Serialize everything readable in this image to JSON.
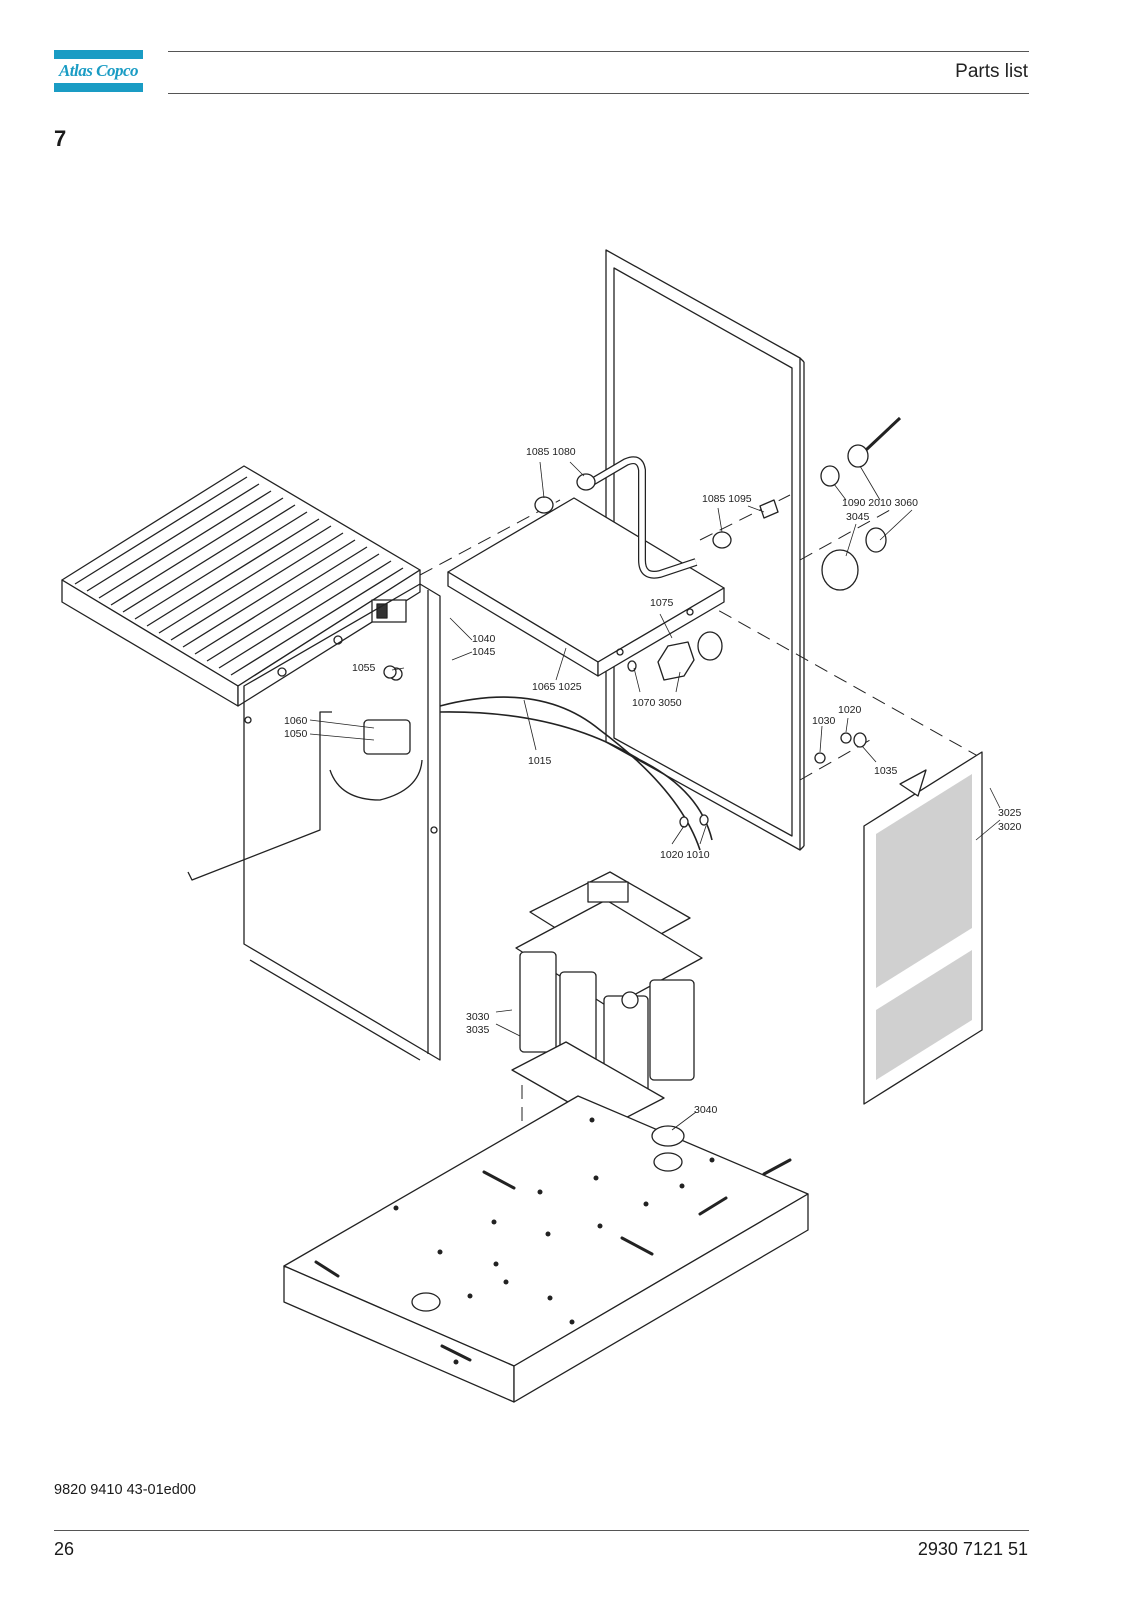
{
  "header": {
    "logo_text": "Atlas Copco",
    "title": "Parts list",
    "brand_color": "#1a9cc4"
  },
  "section_number": "7",
  "callouts": [
    {
      "id": "c1085a",
      "text": "1085 1080"
    },
    {
      "id": "c1085b",
      "text": "1085 1095"
    },
    {
      "id": "c1090",
      "text": "1090  2010  3060"
    },
    {
      "id": "c3045",
      "text": "3045"
    },
    {
      "id": "c1075",
      "text": "1075"
    },
    {
      "id": "c1040",
      "text": "1040"
    },
    {
      "id": "c1045",
      "text": "1045"
    },
    {
      "id": "c1055",
      "text": "1055"
    },
    {
      "id": "c1065",
      "text": "1065 1025"
    },
    {
      "id": "c1070",
      "text": "1070 3050"
    },
    {
      "id": "c1060",
      "text": "1060"
    },
    {
      "id": "c1050",
      "text": "1050"
    },
    {
      "id": "c1015",
      "text": "1015"
    },
    {
      "id": "c1020a",
      "text": "1020"
    },
    {
      "id": "c1030",
      "text": "1030"
    },
    {
      "id": "c1035",
      "text": "1035"
    },
    {
      "id": "c3025",
      "text": "3025"
    },
    {
      "id": "c3020",
      "text": "3020"
    },
    {
      "id": "c1020b",
      "text": "1020 1010"
    },
    {
      "id": "c3030",
      "text": "3030"
    },
    {
      "id": "c3035",
      "text": "3035"
    },
    {
      "id": "c3040",
      "text": "3040"
    }
  ],
  "footer": {
    "doc_ref": "9820 9410 43-01ed00",
    "page_number": "26",
    "part_number": "2930 7121 51"
  }
}
